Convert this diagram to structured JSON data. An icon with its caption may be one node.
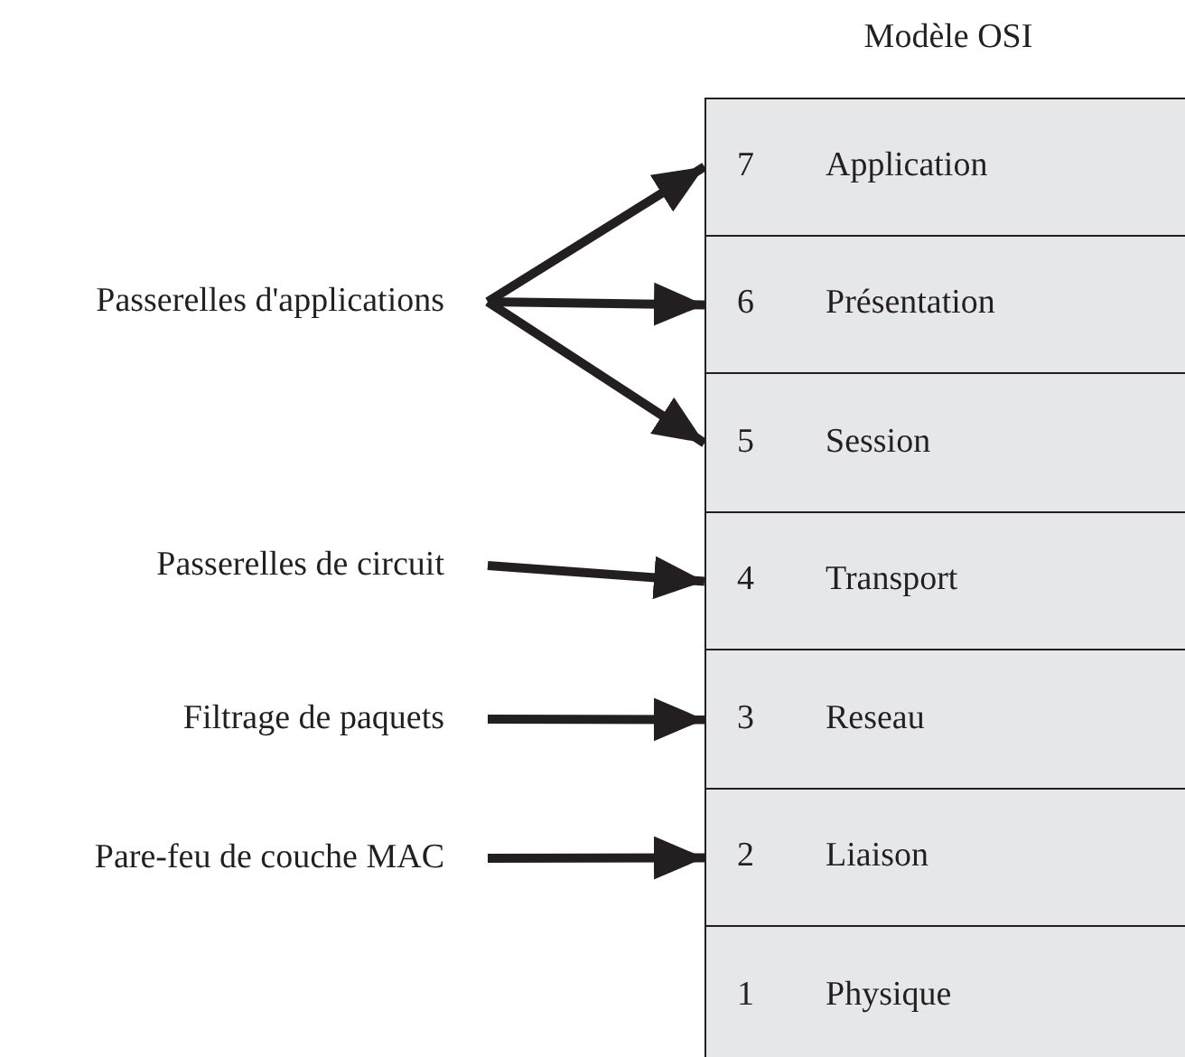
{
  "diagram": {
    "nodes": [
      {
        "text": [
          "Modèle OSI"
        ]
      },
      {
        "text": [
          "7",
          "Application"
        ],
        "in": 0
      },
      {
        "text": [
          "6",
          "Présentation"
        ],
        "in": 0
      },
      {
        "text": [
          "5",
          "Session"
        ],
        "in": 0
      },
      {
        "text": [
          "4",
          "Transport"
        ],
        "in": 0
      },
      {
        "text": [
          "3",
          "Reseau"
        ],
        "in": 0
      },
      {
        "text": [
          "2",
          "Liaison"
        ],
        "in": 0
      },
      {
        "text": [
          "1",
          "Physique"
        ],
        "in": 0
      },
      {
        "text": [
          "Passerelles d'applications"
        ]
      },
      {
        "text": [
          "Passerelles de circuit"
        ]
      },
      {
        "text": [
          "Filtrage de paquets"
        ]
      },
      {
        "text": [
          "Pare-feu de couche MAC"
        ]
      }
    ],
    "edges": [
      {
        "from": 8,
        "to": 1,
        "arrow": "to"
      },
      {
        "from": 8,
        "to": 2,
        "arrow": "to"
      },
      {
        "from": 8,
        "to": 3,
        "arrow": "to"
      },
      {
        "from": 9,
        "to": 4,
        "arrow": "to"
      },
      {
        "from": 10,
        "to": 5,
        "arrow": "to"
      },
      {
        "from": 11,
        "to": 6,
        "arrow": "to"
      }
    ]
  }
}
